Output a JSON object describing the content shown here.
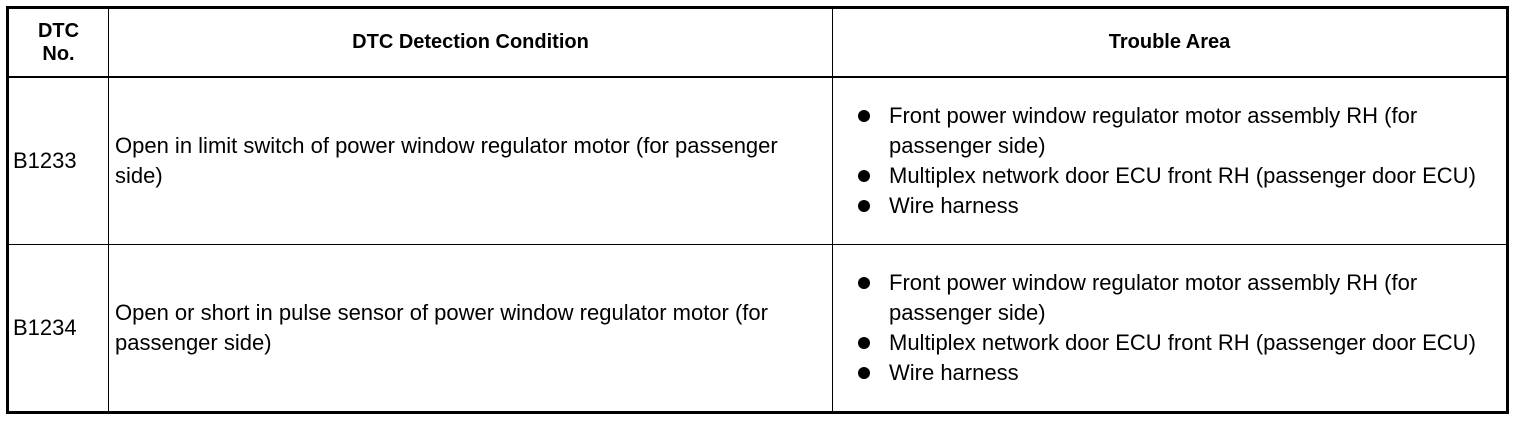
{
  "table": {
    "headers": {
      "no_line1": "DTC",
      "no_line2": "No.",
      "condition": "DTC Detection Condition",
      "area": "Trouble Area"
    },
    "rows": [
      {
        "code": "B1233",
        "condition": "Open in limit switch of power window regulator motor (for passenger side)",
        "areas": [
          "Front power window regulator motor assembly RH (for passenger side)",
          "Multiplex network door ECU front RH (passenger door ECU)",
          "Wire harness"
        ]
      },
      {
        "code": "B1234",
        "condition": "Open or short in pulse sensor of power window regulator motor (for passenger side)",
        "areas": [
          "Front power window regulator motor assembly RH (for passenger side)",
          "Multiplex network door ECU front RH (passenger door ECU)",
          "Wire harness"
        ]
      }
    ]
  }
}
